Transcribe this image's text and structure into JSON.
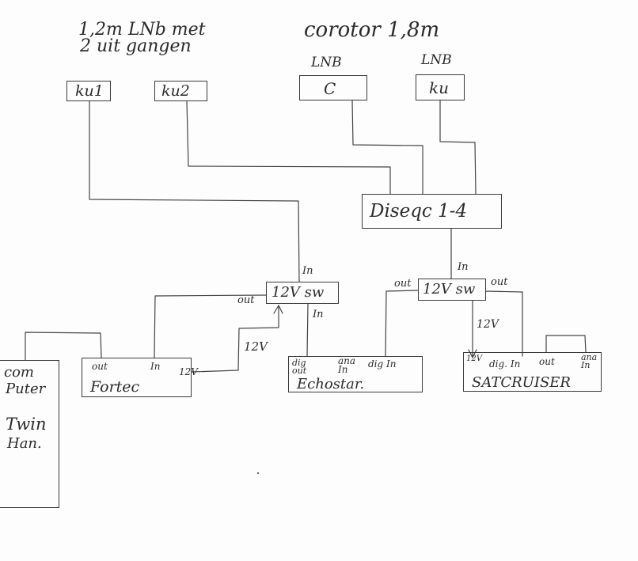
{
  "headings": {
    "dish_left_line1": "1,2m LNb met",
    "dish_left_line2": "2 uit gangen",
    "dish_right": "corotor 1,8m"
  },
  "lnb": {
    "ku1": "ku1",
    "ku2": "ku2",
    "c_label": "LNB",
    "c": "C",
    "ku_label": "LNB",
    "ku": "ku"
  },
  "diseqc": "Diseqc 1-4",
  "switch_left": {
    "label": "12V sw",
    "in": "In",
    "out": "out",
    "in_below": "In"
  },
  "switch_right": {
    "label": "12V sw",
    "in": "In",
    "out_left": "out",
    "out_right": "out",
    "v12": "12V"
  },
  "v12_fortec": "12V",
  "fortec": {
    "name": "Fortec",
    "out": "out",
    "in": "In",
    "v12": "12V"
  },
  "echostar": {
    "name": "Echostar.",
    "dig_out": "dig out",
    "ana_in": "ana In",
    "dig_in": "dig In"
  },
  "satcruiser": {
    "name": "SATCRUISER",
    "v12": "12V",
    "dig_in": "dig. In",
    "out": "out",
    "ana_in": "ana In"
  },
  "computer": {
    "line1": "com",
    "line2": "Puter",
    "line3": "Twin",
    "line4": "Han."
  }
}
